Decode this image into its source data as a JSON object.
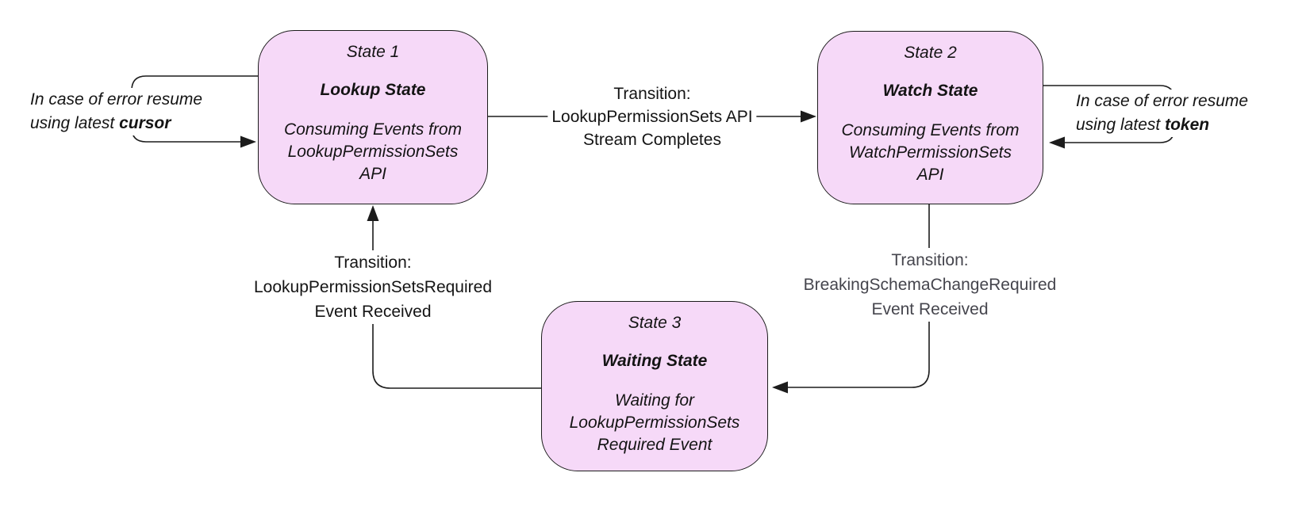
{
  "colors": {
    "canvas-bg": "#ffffff",
    "node-fill": "#f6d9f8",
    "line": "#1c1c1c",
    "text": "#141414",
    "muted-label": "#45454d"
  },
  "states": {
    "s1": {
      "title": "State 1",
      "name": "Lookup State",
      "description": "Consuming Events from LookupPermissionSets API"
    },
    "s2": {
      "title": "State 2",
      "name": "Watch State",
      "description": "Consuming Events from WatchPermissionSets API"
    },
    "s3": {
      "title": "State 3",
      "name": "Waiting State",
      "description": "Waiting for LookupPermissionSets Required Event"
    }
  },
  "transitions": {
    "s1_to_s2": {
      "lines": [
        "Transition:",
        "LookupPermissionSets API",
        "Stream Completes"
      ]
    },
    "s2_to_s3": {
      "lines": [
        "Transition:",
        "BreakingSchemaChangeRequired",
        "Event Received"
      ]
    },
    "s3_to_s1": {
      "lines": [
        "Transition:",
        "LookupPermissionSetsRequired",
        "Event Received"
      ]
    }
  },
  "error_loops": {
    "s1": {
      "line1": "In case of error resume",
      "line2_prefix": "using latest ",
      "keyword": "cursor"
    },
    "s2": {
      "line1": "In case of error resume",
      "line2_prefix": "using latest ",
      "keyword": "token"
    }
  }
}
